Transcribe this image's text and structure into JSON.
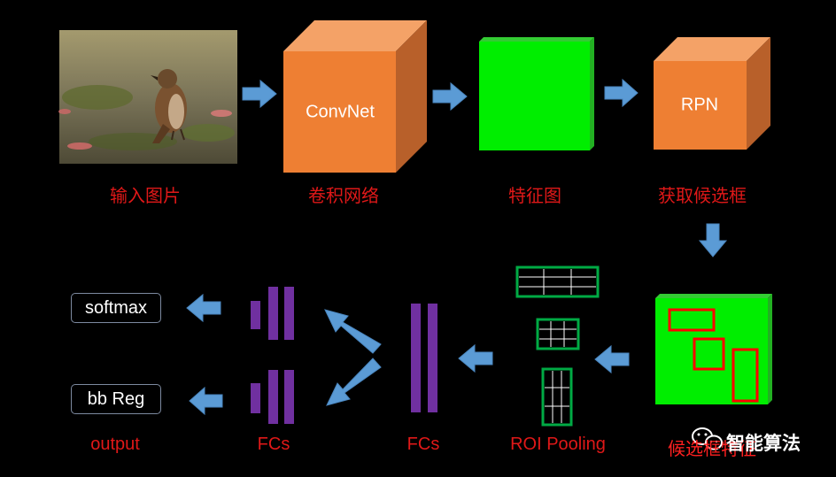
{
  "captions": {
    "input_image": "输入图片",
    "conv_net": "卷积网络",
    "feature_map": "特征图",
    "get_candidates": "获取候选框",
    "candidate_features": "候选框特征",
    "roi_pooling": "ROI Pooling",
    "fcs_middle": "FCs",
    "fcs_left": "FCs",
    "output": "output"
  },
  "blocks": {
    "convnet_label": "ConvNet",
    "rpn_label": "RPN"
  },
  "outputs": {
    "softmax_label": "softmax",
    "bbreg_label": "bb Reg"
  },
  "watermark": {
    "text": "智能算法"
  },
  "colors": {
    "background": "#000000",
    "caption_red": "#e01818",
    "orange_block": "#ee7f33",
    "green_block": "#00ee00",
    "arrow_blue": "#5b9bd5",
    "fc_purple": "#7030a0",
    "roi_box_red": "#ff0000"
  }
}
